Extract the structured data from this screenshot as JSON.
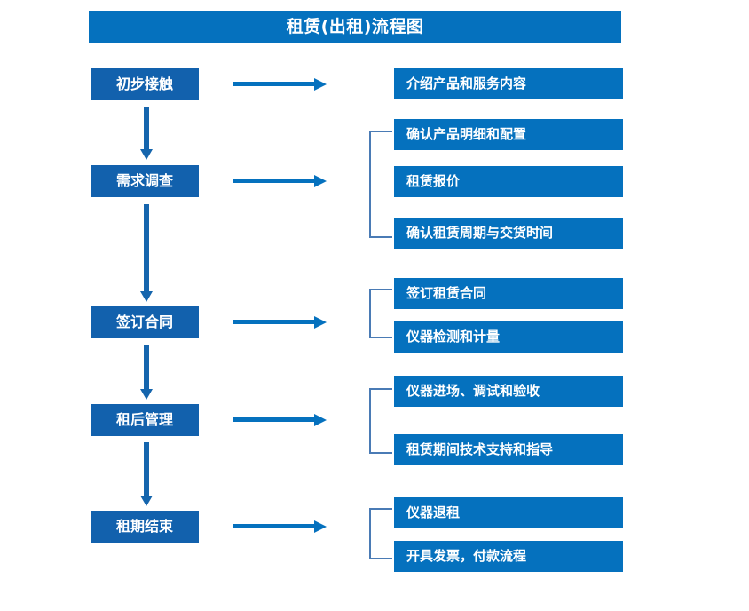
{
  "title": {
    "text": "租赁(出租)流程图"
  },
  "colors": {
    "title_bar": "#0571be",
    "stage_box": "#1261ad",
    "detail_box": "#0571be",
    "arrow": "#0571be",
    "bracket": "#4a7bb5",
    "text": "#ffffff",
    "background": "#ffffff"
  },
  "stages": [
    {
      "label": "初步接触"
    },
    {
      "label": "需求调查"
    },
    {
      "label": "签订合同"
    },
    {
      "label": "租后管理"
    },
    {
      "label": "租期结束"
    }
  ],
  "details": [
    {
      "label": "介绍产品和服务内容"
    },
    {
      "label": "确认产品明细和配置"
    },
    {
      "label": "租赁报价"
    },
    {
      "label": "确认租赁周期与交货时间"
    },
    {
      "label": "签订租赁合同"
    },
    {
      "label": "仪器检测和计量"
    },
    {
      "label": "仪器进场、调试和验收"
    },
    {
      "label": "租赁期间技术支持和指导"
    },
    {
      "label": "仪器退租"
    },
    {
      "label": "开具发票，付款流程"
    }
  ]
}
